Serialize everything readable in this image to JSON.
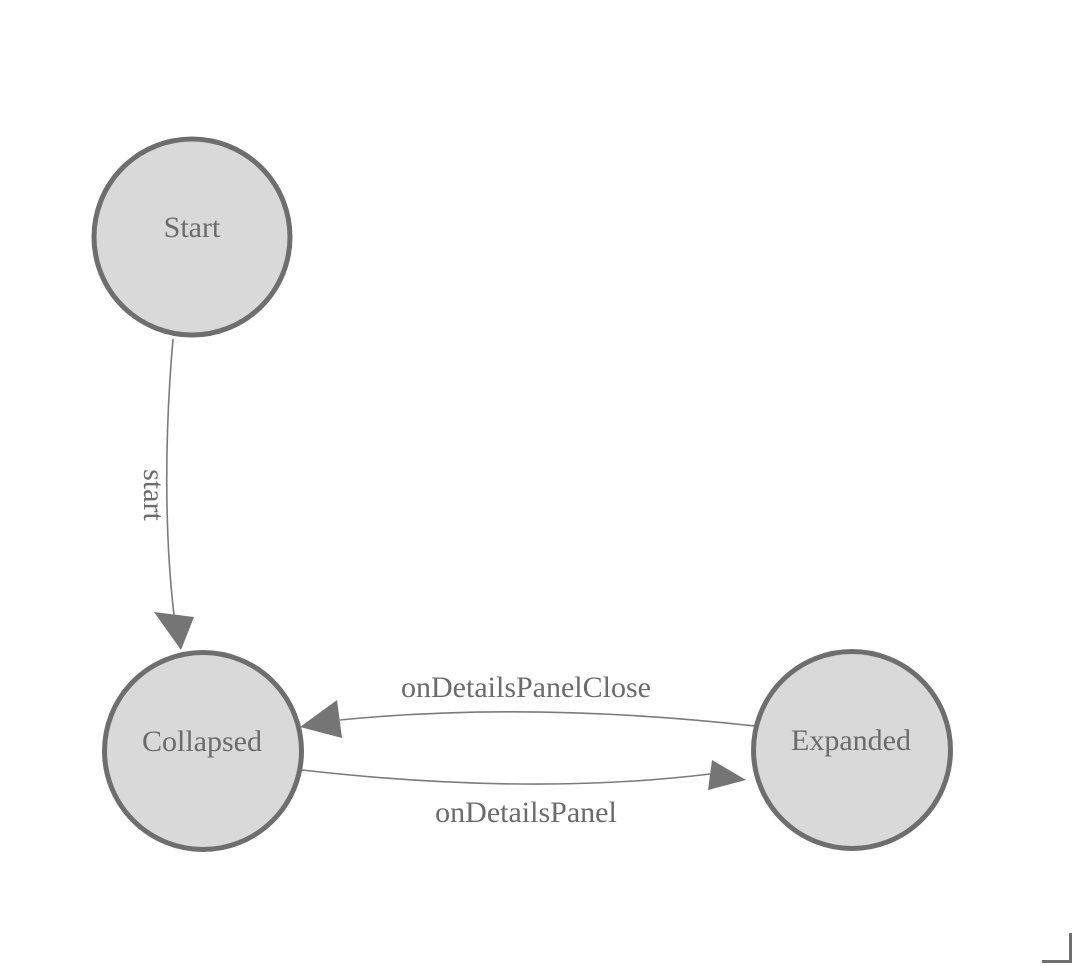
{
  "diagram": {
    "nodes": [
      {
        "id": "start",
        "label": "Start"
      },
      {
        "id": "collapsed",
        "label": "Collapsed"
      },
      {
        "id": "expanded",
        "label": "Expanded"
      }
    ],
    "edges": [
      {
        "from": "start",
        "to": "collapsed",
        "label": "start"
      },
      {
        "from": "expanded",
        "to": "collapsed",
        "label": "onDetailsPanelClose"
      },
      {
        "from": "collapsed",
        "to": "expanded",
        "label": "onDetailsPanel"
      }
    ],
    "colors": {
      "node_fill": "#d9d9d9",
      "node_border": "#6e6e6e",
      "edge_line": "#7b7b7b",
      "arrowhead": "#757575",
      "label_text": "#6b6b6b",
      "corner_mark": "#707070",
      "background": "#ffffff"
    }
  }
}
